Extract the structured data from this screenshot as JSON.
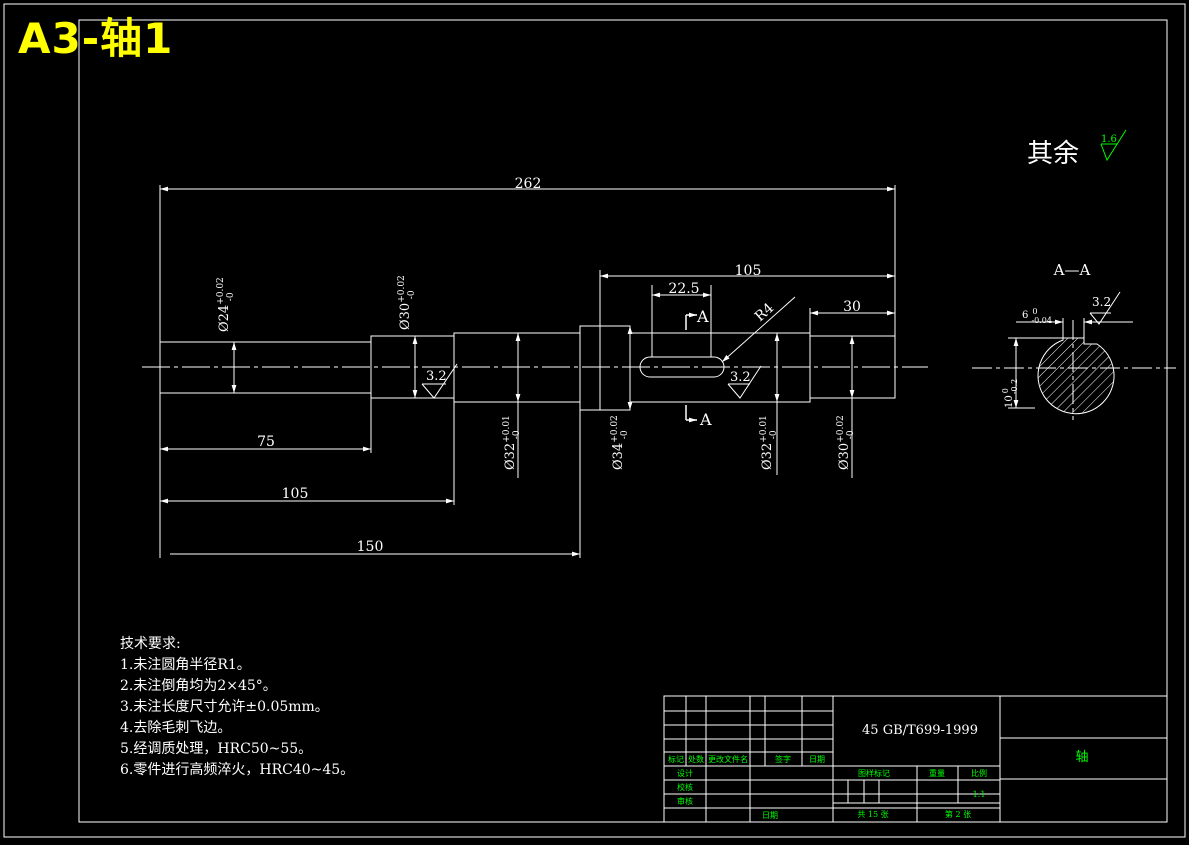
{
  "sheet": {
    "title": "A3-轴1"
  },
  "surface_finish": {
    "label": "其余",
    "default_value": "1.6"
  },
  "main_view": {
    "dim_overall": "262",
    "dim_keyway_to_end": "105",
    "dim_keyway_length": "22.5",
    "dim_right_end": "30",
    "dim_keyway_radius": "R4",
    "dim_len_75": "75",
    "dim_len_105": "105",
    "dim_len_150": "150",
    "roughness_1": "3.2",
    "roughness_2": "3.2",
    "section_mark": "A",
    "diameters": [
      {
        "base": "Ø24",
        "upper": "+0.02",
        "lower": "-0"
      },
      {
        "base": "Ø30",
        "upper": "+0.02",
        "lower": "-0"
      },
      {
        "base": "Ø32",
        "upper": "+0.01",
        "lower": "-0"
      },
      {
        "base": "Ø34",
        "upper": "+0.02",
        "lower": "-0"
      },
      {
        "base": "Ø32",
        "upper": "+0.01",
        "lower": "-0"
      },
      {
        "base": "Ø30",
        "upper": "+0.02",
        "lower": "-0"
      }
    ]
  },
  "section_view": {
    "title": "A—A",
    "key_width": "6",
    "key_width_upper": "0",
    "key_width_lower": "-0.04",
    "key_depth": "10",
    "key_depth_upper": "0",
    "key_depth_lower": "-0.2",
    "roughness": "3.2"
  },
  "notes": {
    "heading": "技术要求:",
    "items": [
      "1.未注圆角半径R1。",
      "2.未注倒角均为2×45°。",
      "3.未注长度尺寸允许±0.05mm。",
      "4.去除毛刺飞边。",
      "5.经调质处理，HRC50~55。",
      "6.零件进行高频淬火，HRC40~45。"
    ]
  },
  "title_block": {
    "material": "45 GB/T699-1999",
    "part_name": "轴",
    "revision_headers": [
      "标记",
      "处数",
      "更改文件名",
      "签字",
      "日期"
    ],
    "design_label": "设计",
    "check_label": "校核",
    "review_label": "审核",
    "date_label": "日期",
    "stage_headers": [
      "图样标记",
      "重量",
      "比例"
    ],
    "scale": "1:1",
    "sheet_total": "共 15 张",
    "sheet_num": "第 2 张"
  },
  "colors": {
    "background": "#000000",
    "lines": "#ffffff",
    "title": "#ffff00",
    "block_text": "#00ff00"
  }
}
